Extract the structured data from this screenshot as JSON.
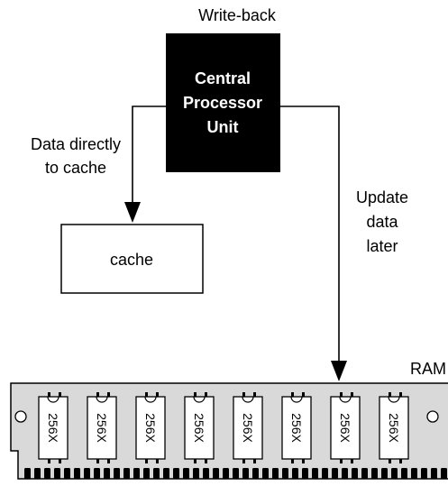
{
  "title": "Write-back",
  "cpu": {
    "lines": [
      "Central",
      "Processor",
      "Unit"
    ]
  },
  "cache": {
    "label": "cache"
  },
  "edges": {
    "to_cache": [
      "Data directly",
      "to cache"
    ],
    "to_ram": [
      "Update",
      "data",
      "later"
    ]
  },
  "ram": {
    "label": "RAM",
    "chip_label": "256X",
    "chip_count": 8
  }
}
